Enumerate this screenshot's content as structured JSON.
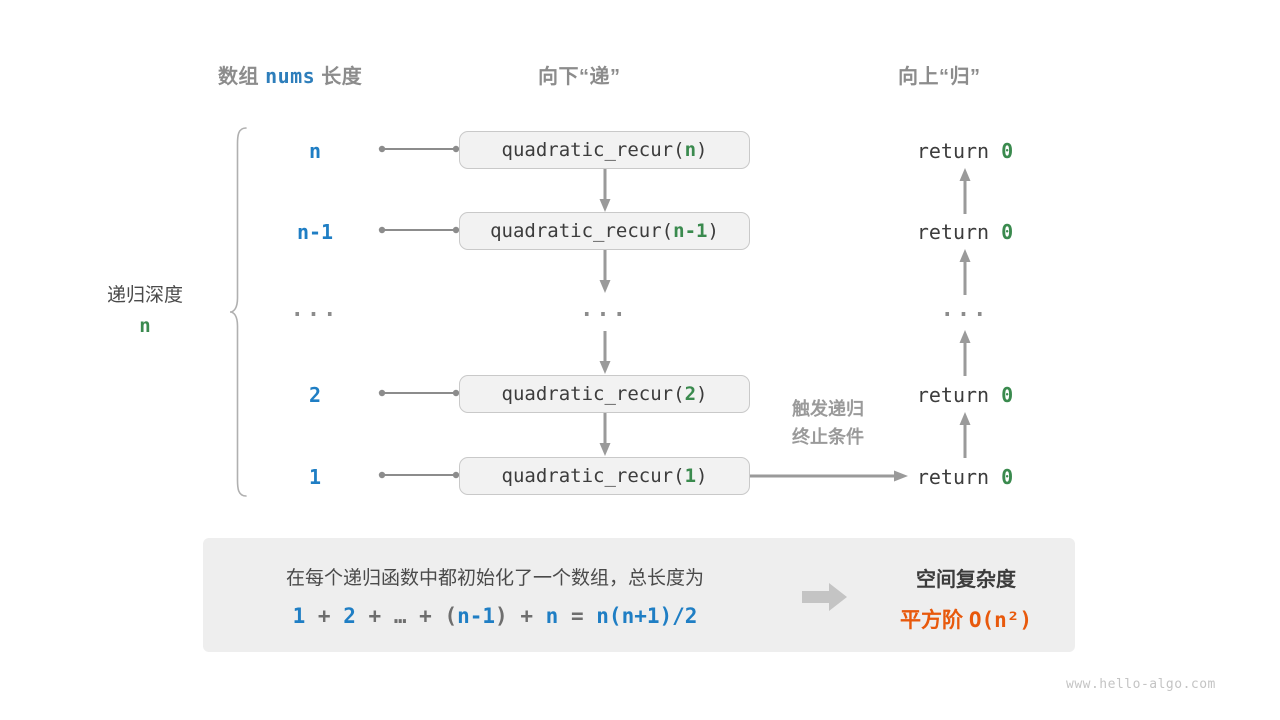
{
  "headers": {
    "left": {
      "prefix": "数组",
      "code": "nums",
      "suffix": "长度"
    },
    "middle": "向下“递”",
    "right": "向上“归”"
  },
  "depth_label": {
    "text": "递归深度",
    "value": "n"
  },
  "rows": [
    {
      "size": "n",
      "call_prefix": "quadratic_recur(",
      "call_arg": "n",
      "call_suffix": ")",
      "return_text": "return",
      "return_value": "0"
    },
    {
      "size": "n-1",
      "call_prefix": "quadratic_recur(",
      "call_arg": "n-1",
      "call_suffix": ")",
      "return_text": "return",
      "return_value": "0"
    },
    {
      "size": "...",
      "call_prefix": "",
      "call_arg": "...",
      "call_suffix": "",
      "return_text": "",
      "return_value": "..."
    },
    {
      "size": "2",
      "call_prefix": "quadratic_recur(",
      "call_arg": "2",
      "call_suffix": ")",
      "return_text": "return",
      "return_value": "0"
    },
    {
      "size": "1",
      "call_prefix": "quadratic_recur(",
      "call_arg": "1",
      "call_suffix": ")",
      "return_text": "return",
      "return_value": "0"
    }
  ],
  "annotation": {
    "line1": "触发递归",
    "line2": "终止条件"
  },
  "summary": {
    "description": "在每个递归函数中都初始化了一个数组，总长度为",
    "formula": {
      "t1": "1",
      "o1": "+",
      "t2": "2",
      "o2": "+",
      "t3": "…",
      "o3": "+",
      "p1": "(",
      "t4": "n-1",
      "p2": ")",
      "o4": "+",
      "t5": "n",
      "eq": "=",
      "result": "n(n+1)/2"
    },
    "complexity_title": "空间复杂度",
    "complexity_label": "平方阶",
    "complexity_value": "O(n²)"
  },
  "footer": "www.hello-algo.com",
  "colors": {
    "blue": "#1f7ec4",
    "green": "#3a8a4e",
    "orange": "#e8590c",
    "gray": "#8c8c8c",
    "box_bg": "#f2f2f2",
    "panel_bg": "#eeeeee"
  }
}
